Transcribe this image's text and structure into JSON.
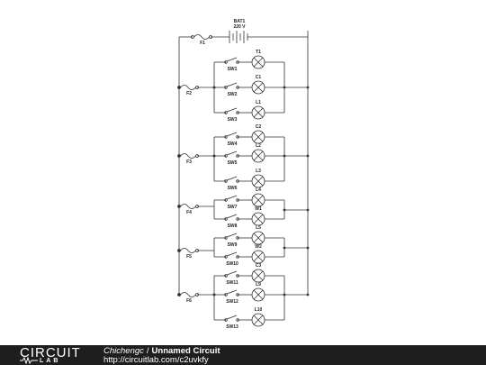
{
  "battery": {
    "name": "BAT1",
    "voltage": "220 V"
  },
  "fuses": [
    "F1",
    "F2",
    "F3",
    "F4",
    "F5",
    "F6"
  ],
  "switches": [
    "SW1",
    "SW2",
    "SW3",
    "SW4",
    "SW5",
    "SW6",
    "SW7",
    "SW8",
    "SW9",
    "SW10",
    "SW11",
    "SW12",
    "SW13"
  ],
  "lamps": [
    "T1",
    "C1",
    "L1",
    "C2",
    "L2",
    "L3",
    "L4",
    "W1",
    "L5",
    "W2",
    "C3",
    "L9",
    "L10"
  ],
  "footer": {
    "brand_top": "CIRCUIT",
    "brand_bottom": "LAB",
    "author": "Chichengc",
    "separator": "/",
    "circuit_title": "Unnamed Circuit",
    "url": "http://circuitlab.com/c2uvkfy"
  },
  "colors": {
    "wire": "#333333",
    "footer_bg": "#1e1e1e",
    "footer_text": "#ffffff"
  }
}
